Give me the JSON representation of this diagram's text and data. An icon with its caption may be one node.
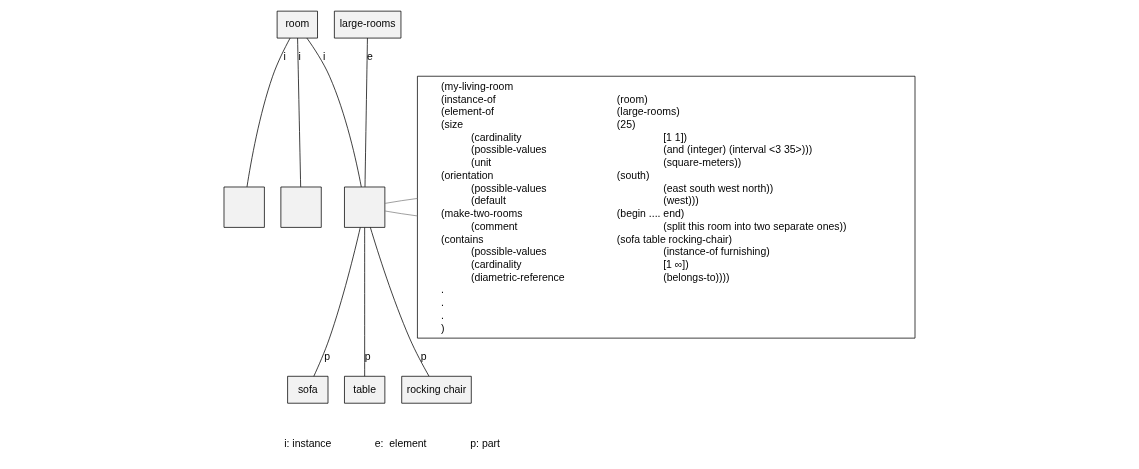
{
  "diagram": {
    "nodes": [
      {
        "text": [
          "room"
        ]
      },
      {
        "text": [
          "large-rooms"
        ]
      },
      {
        "text": [],
        "shape": "box"
      },
      {
        "text": [],
        "shape": "box"
      },
      {
        "text": [],
        "shape": "box"
      },
      {
        "text": [
          "sofa"
        ]
      },
      {
        "text": [
          "table"
        ]
      },
      {
        "text": [
          "rocking chair"
        ]
      },
      {
        "text": [
          "(my-living-room",
          "(instance-of",
          "(room)",
          "(element-of",
          "(large-rooms)",
          "(size",
          "(25)",
          "(cardinality",
          "[1 1])",
          "(possible-values",
          "(and (integer) (interval <3 35>)))",
          "(unit",
          "(square-meters))",
          "(orientation",
          "(south)",
          "(possible-values",
          "(east south west north))",
          "(default",
          "(west)))",
          "(make-two-rooms",
          "(begin .... end)",
          "(comment",
          "(split this room into two separate ones))",
          "(contains",
          "(sofa table rocking-chair)",
          "(possible-values",
          "(instance-of furnishing)",
          "(cardinality",
          "[1 ∞])",
          "(diametric-reference",
          "(belongs-to))))",
          ".",
          ".",
          ".",
          ")"
        ]
      }
    ],
    "edges": [
      {
        "from": 0,
        "to": 2,
        "arrow": "none",
        "label": "i"
      },
      {
        "from": 0,
        "to": 3,
        "arrow": "none",
        "label": "i"
      },
      {
        "from": 0,
        "to": 4,
        "arrow": "none",
        "label": "i"
      },
      {
        "from": 1,
        "to": 4,
        "arrow": "none",
        "label": "e"
      },
      {
        "from": 4,
        "to": 5,
        "arrow": "none",
        "label": "p"
      },
      {
        "from": 4,
        "to": 6,
        "arrow": "none",
        "label": "p"
      },
      {
        "from": 4,
        "to": 7,
        "arrow": "none",
        "label": "p"
      },
      {
        "from": 4,
        "to": 8,
        "arrow": "none",
        "color": "#808080"
      },
      {
        "from": 4,
        "to": 8,
        "arrow": "none",
        "color": "#808080"
      }
    ],
    "labels": [
      "i: instance",
      "e:  element",
      "p: part"
    ]
  }
}
